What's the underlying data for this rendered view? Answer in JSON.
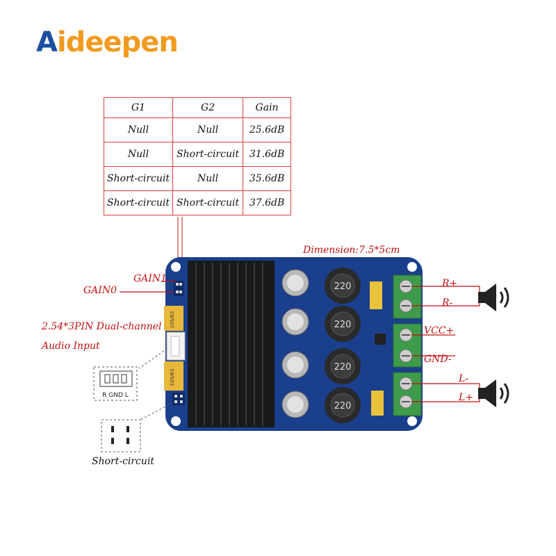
{
  "brand": {
    "name_a": "A",
    "name_rest": "ideepen"
  },
  "gain_table": {
    "headers": [
      "G1",
      "G2",
      "Gain"
    ],
    "rows": [
      [
        "Null",
        "Null",
        "25.6dB"
      ],
      [
        "Null",
        "Short-circuit",
        "31.6dB"
      ],
      [
        "Short-circuit",
        "Null",
        "35.6dB"
      ],
      [
        "Short-circuit",
        "Short-circuit",
        "37.6dB"
      ]
    ]
  },
  "labels": {
    "dimension": "Dimension:7.5*5cm",
    "gain1": "GAIN1",
    "gain0": "GAIN0",
    "audio_input_line1": "2.54*3PIN Dual-channel",
    "audio_input_line2": "Audio Input",
    "r_plus": "R+",
    "r_minus": "R-",
    "vcc_plus": "VCC+",
    "gnd_minus": "GND-",
    "l_minus": "L-",
    "l_plus": "L+",
    "short_circuit": "Short-circuit",
    "pin_labels": "R GND L"
  },
  "board": {
    "inductor_marking": "220",
    "cap_marking": "105/63"
  },
  "colors": {
    "brand_blue": "#1b4fa0",
    "brand_orange": "#f29a1f",
    "label_red": "#c01010",
    "table_border": "#d9413a",
    "pcb_blue": "#1a3f8c",
    "heatsink": "#1a1a1a",
    "terminal_green": "#3d9b4a"
  }
}
